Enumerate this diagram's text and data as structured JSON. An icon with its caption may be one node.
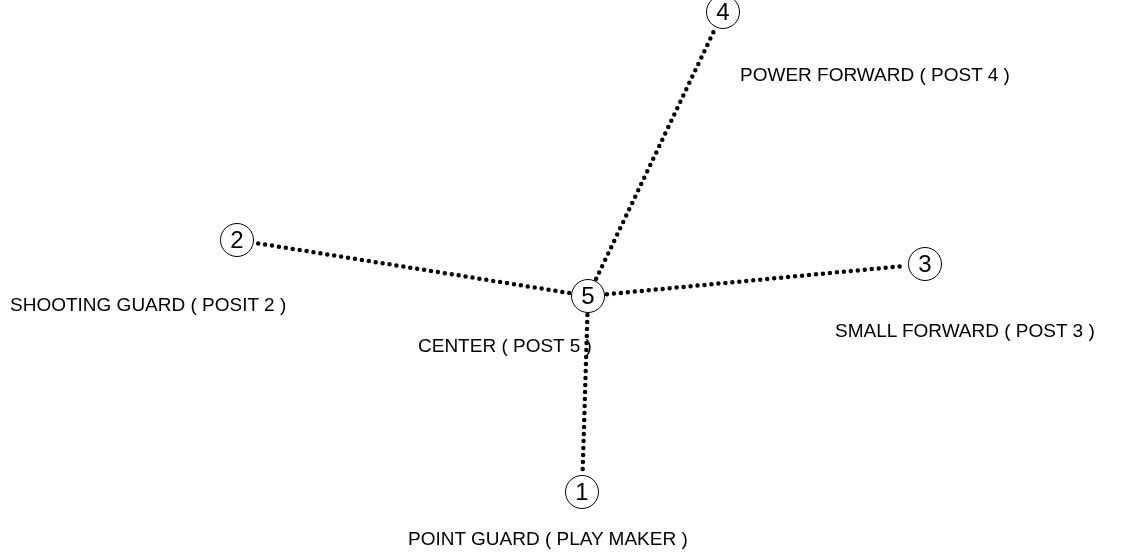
{
  "diagram": {
    "nodes": [
      {
        "text": [
          "4"
        ],
        "beside": [
          "POWER FORWARD ( POST 4 )"
        ]
      },
      {
        "text": [
          "2"
        ],
        "beside": [
          "SHOOTING GUARD ( POSIT 2 )"
        ]
      },
      {
        "text": [
          "3"
        ],
        "beside": [
          "SMALL FORWARD ( POST 3 )"
        ]
      },
      {
        "text": [
          "5"
        ],
        "beside": [
          "CENTER ( POST 5 )"
        ]
      },
      {
        "text": [
          "1"
        ],
        "beside": [
          "POINT GUARD ( PLAY MAKER )"
        ]
      }
    ],
    "edges": [
      {
        "from": 3,
        "to": 0,
        "arrow": "none",
        "style": "dashed"
      },
      {
        "from": 3,
        "to": 1,
        "arrow": "none",
        "style": "dashed"
      },
      {
        "from": 3,
        "to": 2,
        "arrow": "none",
        "style": "dashed"
      },
      {
        "from": 3,
        "to": 4,
        "arrow": "none",
        "style": "dashed"
      }
    ]
  }
}
